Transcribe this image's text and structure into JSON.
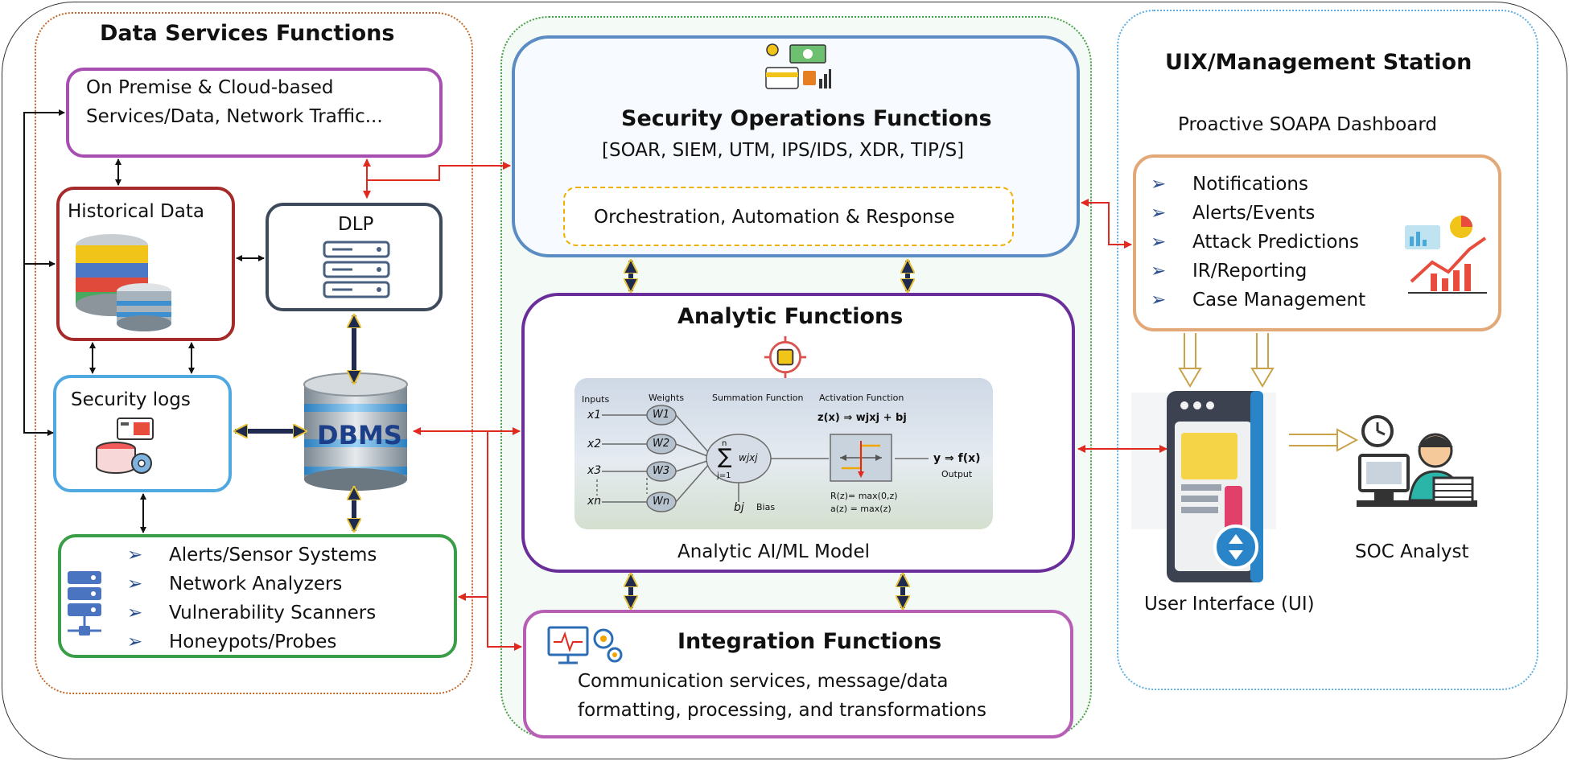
{
  "data_services": {
    "title": "Data Services Functions",
    "sources": [
      "On Premise & Cloud-based",
      "Services/Data, Network Traffic..."
    ],
    "historical": "Historical Data",
    "dlp": "DLP",
    "security_logs": "Security logs",
    "dbms": "DBMS",
    "sensors": [
      "Alerts/Sensor Systems",
      "Network Analyzers",
      "Vulnerability Scanners",
      "Honeypots/Probes"
    ]
  },
  "secops": {
    "title": "Security Operations Functions",
    "subtitle": "[SOAR, SIEM, UTM, IPS/IDS, XDR, TIP/S]",
    "orchestration": "Orchestration, Automation & Response"
  },
  "analytic": {
    "title": "Analytic Functions",
    "model_label": "Analytic AI/ML Model",
    "nn": {
      "inputs_header": "Inputs",
      "weights_header": "Weights",
      "summation_header": "Summation Function",
      "activation_header": "Activation Function",
      "inputs": [
        "x1",
        "x2",
        "x3",
        "xn"
      ],
      "weights": [
        "W1",
        "W2",
        "W3",
        "Wn"
      ],
      "sum_top": "n",
      "sum_expr": "wjxj",
      "sum_bottom": "j=1",
      "bias_symbol": "bj",
      "bias_label": "Bias",
      "zx": "z(x) ⇒ wjxj + bj",
      "yx": "y ⇒ f(x)",
      "output_label": "Output",
      "relu1": "R(z)= max(0,z)",
      "relu2": "a(z) = max(z)"
    }
  },
  "integration": {
    "title": "Integration Functions",
    "desc": [
      "Communication services, message/data",
      "formatting, processing, and transformations"
    ]
  },
  "uix": {
    "title": "UIX/Management Station",
    "dashboard_title": "Proactive SOAPA Dashboard",
    "items": [
      "Notifications",
      "Alerts/Events",
      "Attack Predictions",
      "IR/Reporting",
      "Case Management"
    ],
    "ui_label": "User Interface (UI)",
    "analyst_label": "SOC Analyst"
  },
  "colors": {
    "red_arrow": "#e02a1f",
    "navy": "#1e2a50",
    "gold": "#e8c43a",
    "purple_box": "#a64fb0",
    "maroon_box": "#a52a2a",
    "slate_box": "#3c4a5c",
    "blue_box": "#4fa9e0",
    "green_box": "#3a9e48",
    "secops_box": "#5b8dc4",
    "analytic_box": "#6a2e9b",
    "integration_box": "#b75fb5",
    "dashboard_box": "#e3a878",
    "bullet": "#2a4f8f"
  }
}
